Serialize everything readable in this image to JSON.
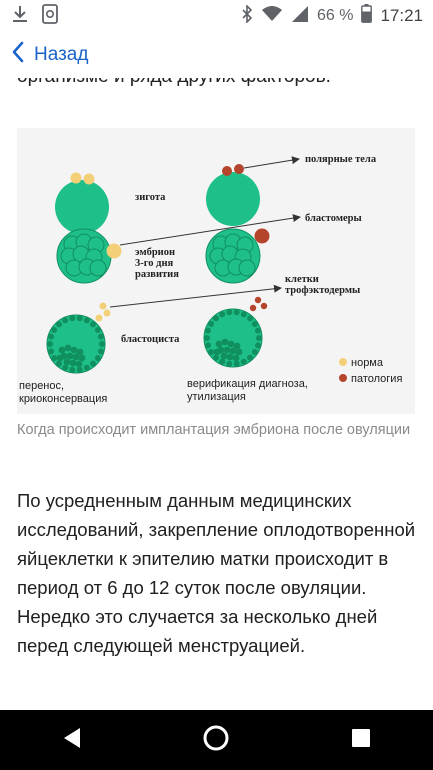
{
  "status_bar": {
    "battery": "66 %",
    "time": "17:21"
  },
  "app_bar": {
    "back_label": "Назад"
  },
  "article": {
    "cut_text": "организме и ряда других факторов.",
    "figure": {
      "labels": {
        "zygote": "зигота",
        "polar_bodies": "полярные тела",
        "embryo_line1": "эмбрион",
        "embryo_line2": "3-го дня",
        "embryo_line3": "развития",
        "blastomeres": "бластомеры",
        "trophectoderm_line1": "клетки",
        "trophectoderm_line2": "трофэктодермы",
        "blastocyst": "бластоциста",
        "transfer_line1": "перенос,",
        "transfer_line2": "криоконсервация",
        "verification_line1": "верификация диагноза,",
        "verification_line2": "утилизация",
        "legend_norm": "норма",
        "legend_pathology": "патология"
      },
      "colors": {
        "cell": "#1fbf8a",
        "cell_dark": "#10905f",
        "norm": "#f3cf78",
        "pathology": "#b5442c"
      }
    },
    "caption": "Когда происходит имплантация эмбриона после овуляции",
    "paragraph": "По усредненным данным медицинских исследований, закрепление оплодотворенной яйцеклетки к эпителию матки происходит в период от 6 до 12 суток после овуляции. Нередко это случается за несколько дней перед следующей менструацией."
  },
  "icons": {
    "download": "download-icon",
    "app": "app-icon",
    "bluetooth": "bluetooth-icon",
    "wifi": "wifi-icon",
    "signal": "signal-icon",
    "battery": "battery-icon",
    "back": "chevron-left-icon",
    "nav_back": "nav-back-icon",
    "nav_home": "nav-home-icon",
    "nav_recents": "nav-recents-icon"
  }
}
